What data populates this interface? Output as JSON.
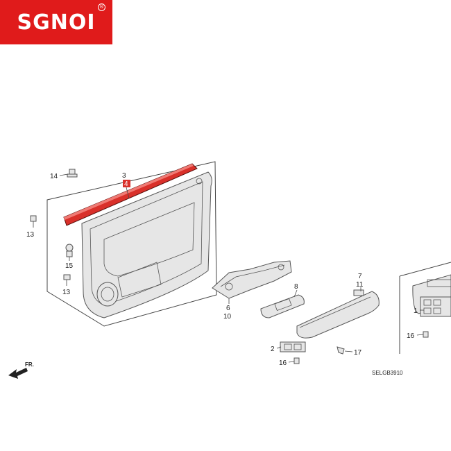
{
  "logo": {
    "text": "SGNOI",
    "registered": "®",
    "color": "#e01b1b"
  },
  "callouts": {
    "c3": "3",
    "c4": "4",
    "c14": "14",
    "c13a": "13",
    "c15": "15",
    "c13b": "13",
    "c6": "6",
    "c10": "10",
    "c8": "8",
    "c7": "7",
    "c11": "11",
    "c1": "1",
    "c16a": "16",
    "c2": "2",
    "c16b": "16",
    "c17": "17"
  },
  "highlight_color": "#d9302a",
  "direction_label": "FR.",
  "diagram_code": "SELGB3910"
}
